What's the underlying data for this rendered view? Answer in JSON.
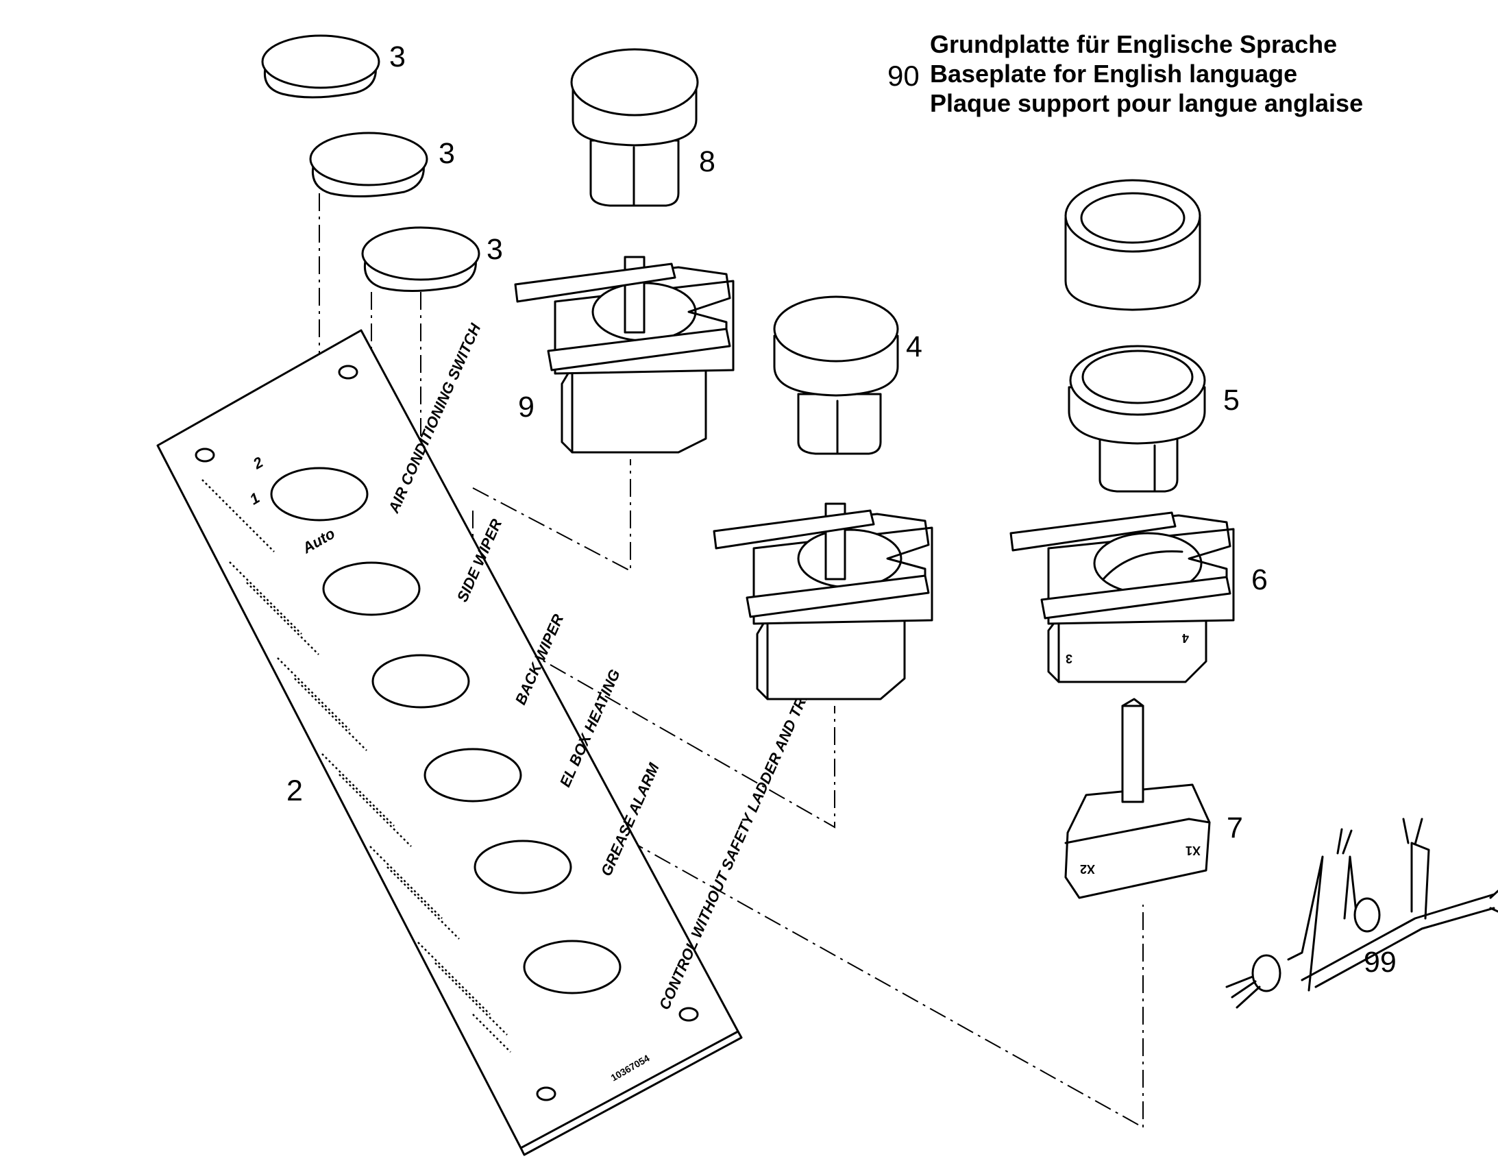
{
  "caption": {
    "number": "90",
    "lines": [
      "Grundplatte für Englische Sprache",
      "Baseplate for English language",
      "Plaque support pour langue anglaise"
    ]
  },
  "part_numbers": {
    "cap_a": "3",
    "cap_b": "3",
    "cap_c": "3",
    "knob_8": "8",
    "switch_9": "9",
    "knob_4": "4",
    "lens_5": "5",
    "holder_6": "6",
    "contact_7": "7",
    "plate_2": "2",
    "cable_99": "99"
  },
  "plate_labels": [
    "AIR CONDITIONING SWITCH",
    "SIDE WIPER",
    "BACK WIPER",
    "EL BOX HEATING",
    "GREASE ALARM",
    "CONTROL WITHOUT SAFETY LADDER AND TRAP"
  ],
  "plate_marks": {
    "auto": "Auto",
    "one": "1",
    "two": "2",
    "serial": "10367054"
  },
  "contact_marks": {
    "x1": "X1",
    "x2": "X2",
    "three": "3",
    "four": "4"
  }
}
